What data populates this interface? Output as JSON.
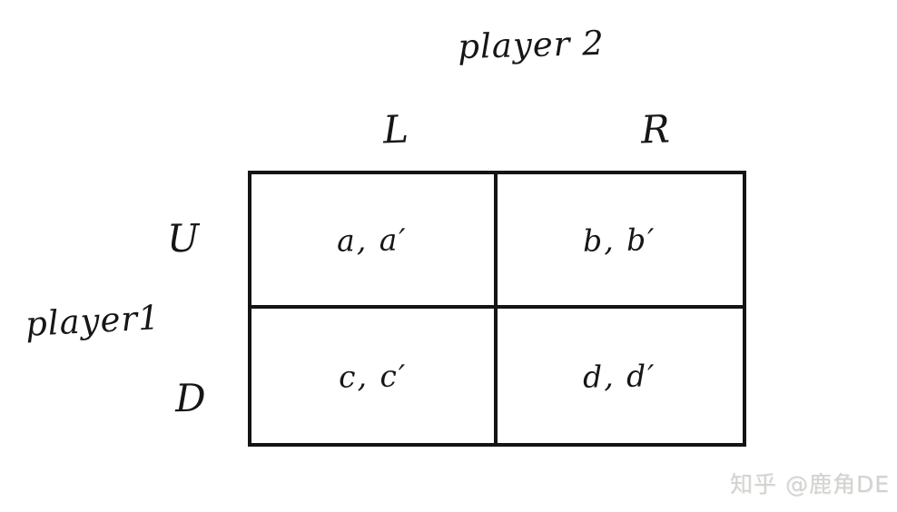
{
  "figure": {
    "player2_label": "player 2",
    "player1_label": "player1",
    "col_labels": [
      "L",
      "R"
    ],
    "row_labels": [
      "U",
      "D"
    ],
    "cells": [
      [
        "a, a′",
        "b, b′"
      ],
      [
        "c, c′",
        "d, d′"
      ]
    ]
  },
  "watermark": "知乎 @鹿角DE",
  "colors": {
    "ink": "#161616",
    "background": "#ffffff",
    "watermark": "#d2d2d0"
  }
}
